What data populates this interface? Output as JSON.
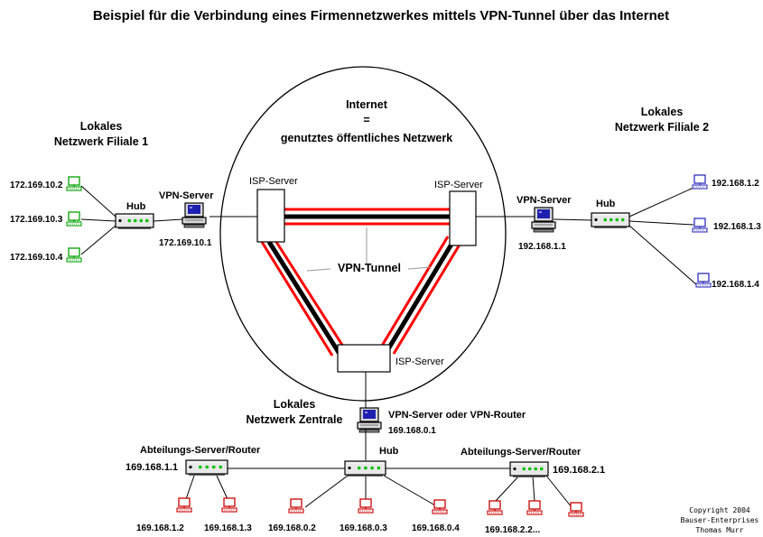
{
  "title": "Beispiel für die Verbindung eines Firmennetzwerkes mittels VPN-Tunnel über das Internet",
  "internet": {
    "line1": "Internet",
    "line2": "=",
    "line3": "genutztes öffentliches Netzwerk"
  },
  "vpn_tunnel_label": "VPN-Tunnel",
  "isp_servers": [
    "ISP-Server",
    "ISP-Server",
    "ISP-Server"
  ],
  "filiale1": {
    "title_line1": "Lokales",
    "title_line2": "Netzwerk Filiale 1",
    "hub_label": "Hub",
    "vpn_label": "VPN-Server",
    "vpn_ip": "172.169.10.1",
    "clients": [
      "172.169.10.2",
      "172.169.10.3",
      "172.169.10.4"
    ],
    "client_color": "#00a000"
  },
  "filiale2": {
    "title_line1": "Lokales",
    "title_line2": "Netzwerk Filiale 2",
    "hub_label": "Hub",
    "vpn_label": "VPN-Server",
    "vpn_ip": "192.168.1.1",
    "clients": [
      "192.168.1.2",
      "192.168.1.3",
      "192.168.1.4"
    ],
    "client_color": "#3030c0"
  },
  "zentrale": {
    "title_line1": "Lokales",
    "title_line2": "Netzwerk Zentrale",
    "vpn_label": "VPN-Server oder VPN-Router",
    "vpn_ip": "169.168.0.1",
    "hub_label": "Hub",
    "left_router_label": "Abteilungs-Server/Router",
    "left_router_ip": "169.168.1.1",
    "right_router_label": "Abteilungs-Server/Router",
    "right_router_ip": "169.168.2.1",
    "clients": [
      "169.168.1.2",
      "169.168.1.3",
      "169.168.0.2",
      "169.168.0.3",
      "169.168.0.4",
      "169.168.2.2..."
    ],
    "client_color": "#cc0000"
  },
  "copyright": {
    "line1": "Copyright 2004",
    "line2": "Bauser-Enterprises",
    "line3": "Thomas Murr"
  },
  "colors": {
    "tunnel_red": "#ff0000",
    "tunnel_black": "#000000",
    "hub_led": "#00c000"
  }
}
